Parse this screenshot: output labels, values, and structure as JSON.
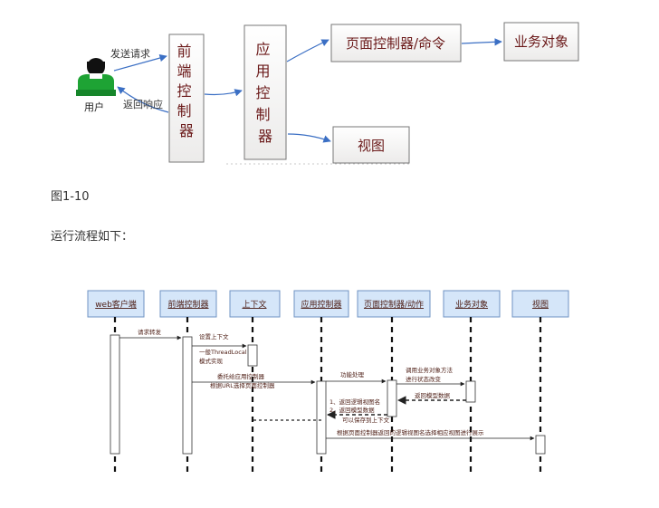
{
  "architecture": {
    "user_label": "用户",
    "send_request": "发送请求",
    "return_response": "返回响应",
    "front_controller": "前端控制器",
    "app_controller": "应用控制器",
    "page_controller": "页面控制器/命令",
    "business_object": "业务对象",
    "view": "视图"
  },
  "caption": "图1-10",
  "flow_intro": "运行流程如下：",
  "sequence": {
    "participants": [
      "web客户端",
      "前端控制器",
      "上下文",
      "应用控制器",
      "页面控制器/动作",
      "业务对象",
      "视图"
    ],
    "messages": {
      "request_forward": "请求转发",
      "set_context": "设置上下文",
      "threadlocal_1": "一般ThreadLocal",
      "threadlocal_2": "模式实现",
      "delegate_1": "委托给应用控制器",
      "delegate_2": "根据URL选择页面控制器",
      "func_process": "功能处理",
      "call_business_1": "调用业务对象方法",
      "call_business_2": "进行状态改变",
      "return_model": "返回模型数据",
      "return_view_name": "1、返回逻辑视图名",
      "return_model_data": "2、返回模型数据",
      "save_context": "可以保存到上下文",
      "select_view": "根据页面控制器返回的逻辑视图名选择相应视图进行展示"
    }
  }
}
